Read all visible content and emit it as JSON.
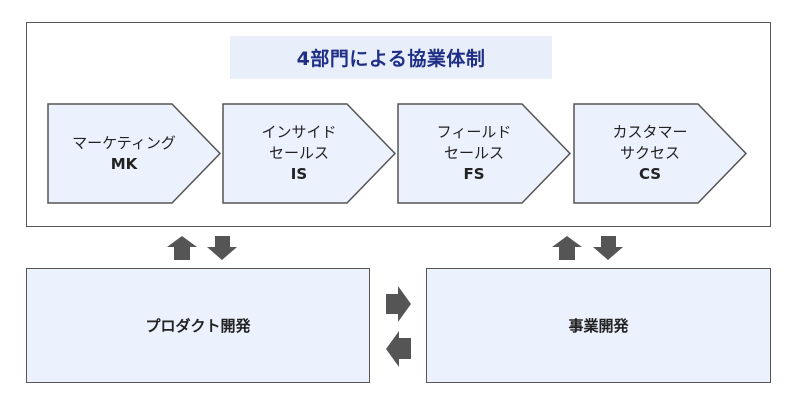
{
  "diagram": {
    "title": "4部門による協業体制",
    "stages": [
      {
        "line1": "マーケティング",
        "line2": "",
        "abbr": "MK"
      },
      {
        "line1": "インサイド",
        "line2": "セールス",
        "abbr": "IS"
      },
      {
        "line1": "フィールド",
        "line2": "セールス",
        "abbr": "FS"
      },
      {
        "line1": "カスタマー",
        "line2": "サクセス",
        "abbr": "CS"
      }
    ],
    "boxes": {
      "product_dev": "プロダクト開発",
      "business_dev": "事業開発"
    },
    "colors": {
      "title_bg": "#e8eefa",
      "title_text": "#1f2f86",
      "stage_fill": "#ebf1fd",
      "border": "#555555",
      "arrow": "#555555"
    }
  }
}
